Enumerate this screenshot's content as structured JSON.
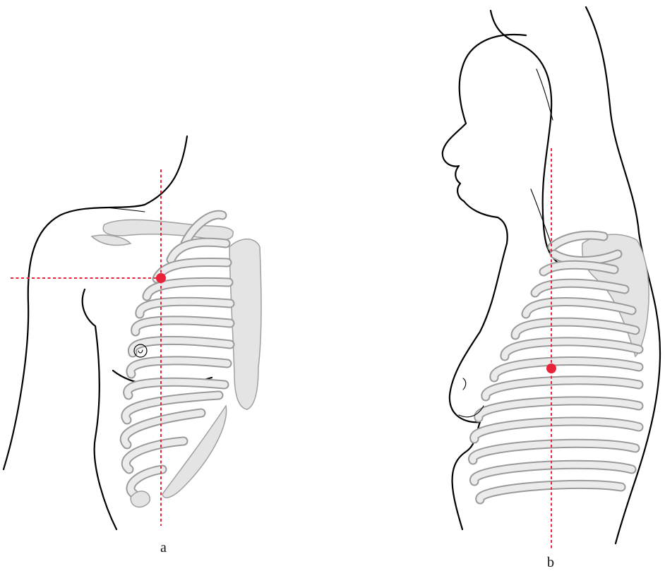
{
  "panels": [
    {
      "id": "a",
      "label": "a",
      "marker_color": "#e8233a"
    },
    {
      "id": "b",
      "label": "b",
      "marker_color": "#e8233a"
    }
  ],
  "colors": {
    "guide_line": "#e8233a",
    "outline": "#000000",
    "bone_fill": "#e4e4e4",
    "bone_shadow": "#9a9a9a"
  }
}
